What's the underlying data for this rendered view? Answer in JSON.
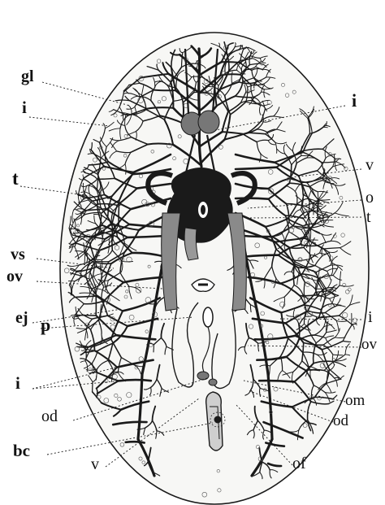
{
  "figure": {
    "labels": {
      "gl": "gl",
      "i_upper_left": "i",
      "i_upper_right": "i",
      "t_left": "t",
      "v_right": "v",
      "o_right": "o",
      "t_right": "t",
      "vs": "vs",
      "ov_left": "ov",
      "ej": "ej",
      "i_mid_right": "i",
      "p": "p",
      "ov_right": "ov",
      "i_lower_left": "i",
      "od_left": "od",
      "om": "om",
      "od_right": "od",
      "bc": "bc",
      "v_bottom": "v",
      "of": "of"
    },
    "colors": {
      "ink": "#1a1a1a",
      "body_fill": "#f7f7f5",
      "organ_fill": "#8a8a8a"
    }
  }
}
